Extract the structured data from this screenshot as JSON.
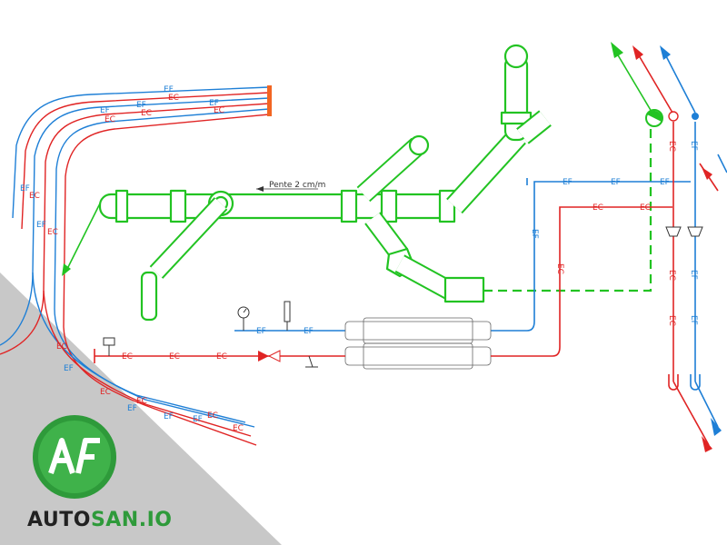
{
  "labels": {
    "cold": "EF",
    "hot": "EC",
    "slope": "Pente 2 cm/m"
  },
  "brand": {
    "name_part1": "AUTO",
    "name_part2": "SAN.IO"
  },
  "colors": {
    "cold": "#1e7fd6",
    "hot": "#e02424",
    "waste": "#22c322",
    "orange": "#f26522",
    "corner": "#c8c8c8",
    "logo_green": "#2e9a3a"
  },
  "icons": [
    "pressure-gauge-icon",
    "thermometer-icon",
    "check-valve-icon",
    "isolation-valve-icon",
    "flow-arrow-icon",
    "logo-icon"
  ]
}
